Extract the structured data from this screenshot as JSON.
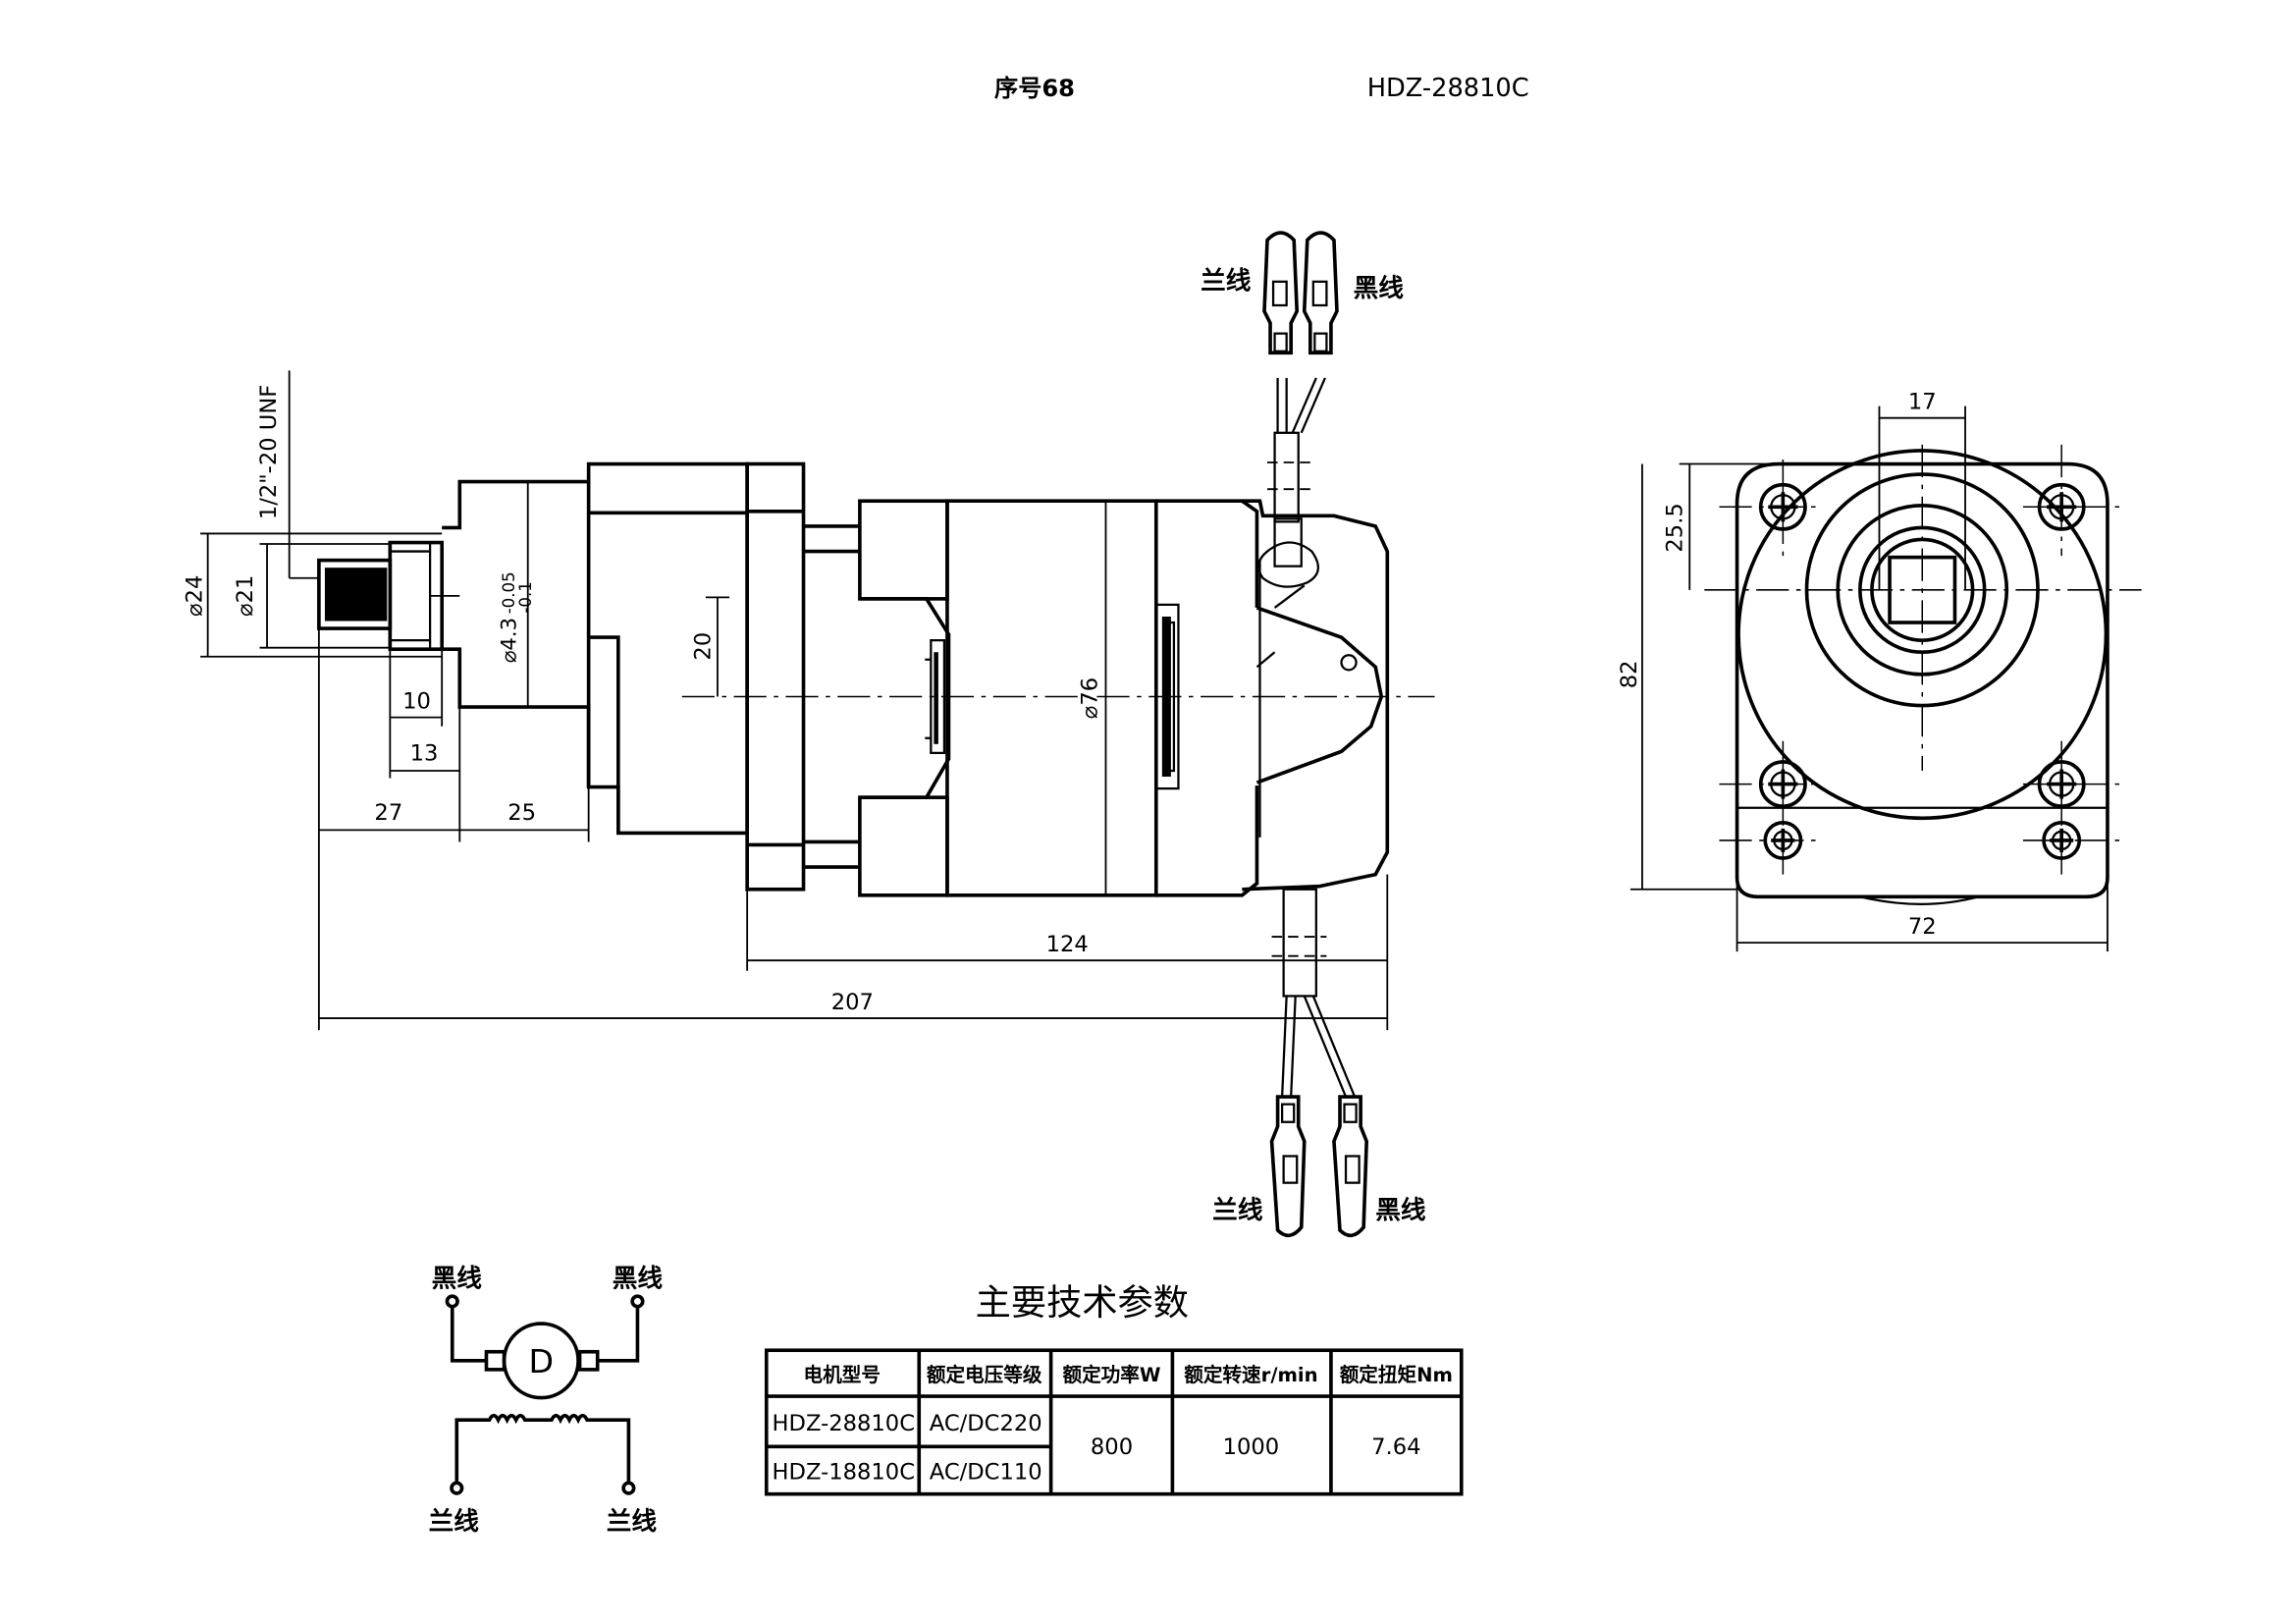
{
  "header": {
    "serial": "序号68",
    "model": "HDZ-28810C"
  },
  "wires": {
    "top_left": "兰线",
    "top_right": "黑线",
    "bottom_left": "兰线",
    "bottom_right": "黑线"
  },
  "dimensions": {
    "thread": "1/2\"-20 UNF",
    "d24": "⌀24",
    "d21": "⌀21",
    "d43_main": "⌀4.3",
    "d43_tol_upper": "-0.05",
    "d43_tol_lower": "-0.1",
    "d76": "⌀76",
    "v20": "20",
    "l10": "10",
    "l13": "13",
    "l27": "27",
    "l25": "25",
    "l124": "124",
    "l207": "207",
    "w17": "17",
    "h25_5": "25.5",
    "h82": "82",
    "w72": "72"
  },
  "schematic": {
    "top_left": "黑线",
    "top_right": "黑线",
    "bottom_left": "兰线",
    "bottom_right": "兰线",
    "motor_letter": "D"
  },
  "spec_table": {
    "title": "主要技术参数",
    "headers": [
      "电机型号",
      "额定电压等级",
      "额定功率W",
      "额定转速r/min",
      "额定扭矩Nm"
    ],
    "rows": [
      {
        "model": "HDZ-28810C",
        "voltage": "AC/DC220"
      },
      {
        "model": "HDZ-18810C",
        "voltage": "AC/DC110"
      }
    ],
    "power": "800",
    "speed": "1000",
    "torque": "7.64"
  }
}
